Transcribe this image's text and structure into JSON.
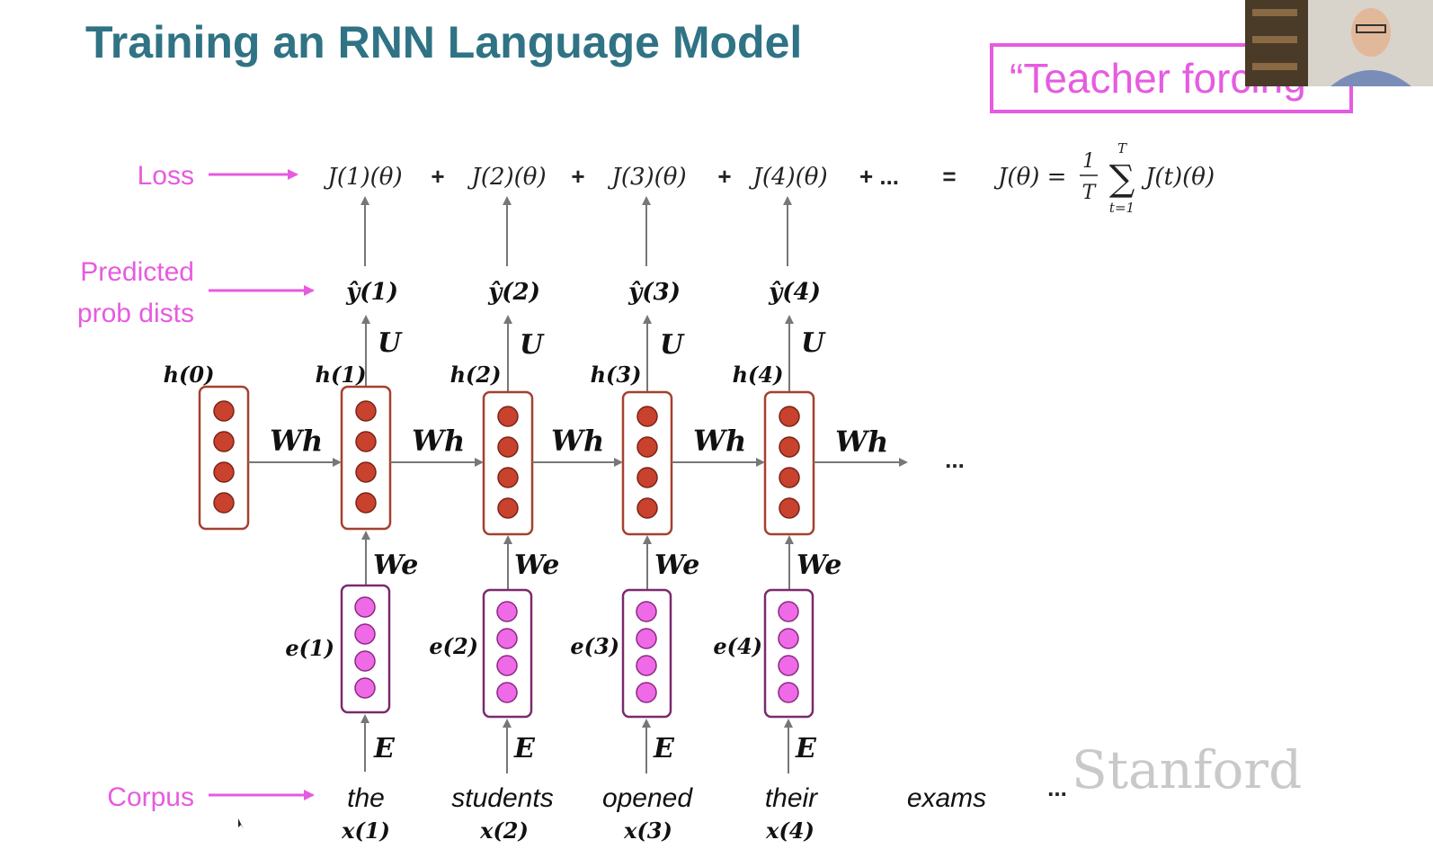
{
  "title": "Training an RNN Language Model",
  "callout": "“Teacher forcing”",
  "watermark": "Stanford",
  "colors": {
    "title": "#2f7384",
    "accent": "#e65be0",
    "hidden_node": "#c8422e",
    "embed_node": "#ef6ae6"
  },
  "labels": {
    "loss": "Loss",
    "predicted_line1": "Predicted",
    "predicted_line2": "prob dists",
    "corpus": "Corpus"
  },
  "loss_terms": [
    "J(1)(θ)",
    "J(2)(θ)",
    "J(3)(θ)",
    "J(4)(θ)"
  ],
  "loss_plus": "+",
  "loss_tail": "+ ...",
  "equals": "=",
  "total_loss": {
    "lhs": "J(θ) =",
    "num": "1",
    "den": "T",
    "sum_top": "T",
    "sum_bottom": "t=1",
    "sum_sign": "∑",
    "term": "J(t)(θ)"
  },
  "pred_labels": [
    "ŷ(1)",
    "ŷ(2)",
    "ŷ(3)",
    "ŷ(4)"
  ],
  "U_label": "U",
  "h_labels": [
    "h(0)",
    "h(1)",
    "h(2)",
    "h(3)",
    "h(4)"
  ],
  "Wh_label": "Wh",
  "We_label": "We",
  "E_label": "E",
  "e_labels": [
    "e(1)",
    "e(2)",
    "e(3)",
    "e(4)"
  ],
  "words": [
    "the",
    "students",
    "opened",
    "their",
    "exams"
  ],
  "x_labels": [
    "x(1)",
    "x(2)",
    "x(3)",
    "x(4)"
  ],
  "ellipsis": "..."
}
